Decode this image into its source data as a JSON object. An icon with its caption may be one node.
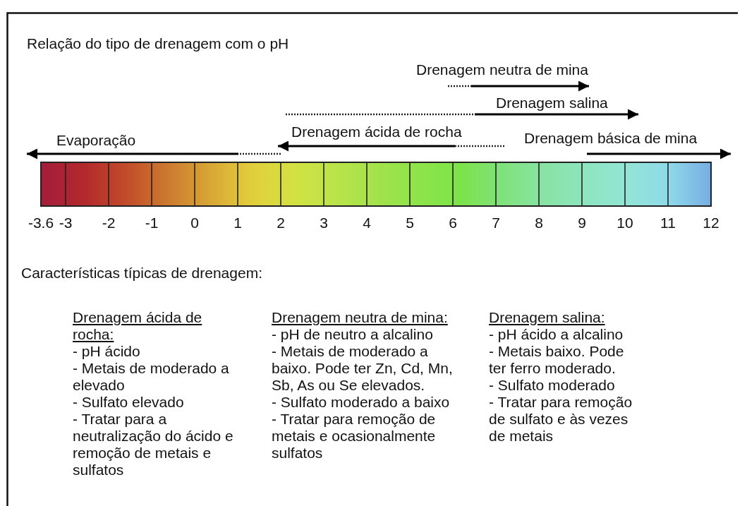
{
  "diagram": {
    "title": "Relação do tipo de drenagem com o pH",
    "labels": [
      "Drenagem neutra de mina",
      "Drenagem salina",
      "Evaporação",
      "Drenagem ácida de rocha",
      "Drenagem básica de mina",
      "-3.6",
      "-3",
      "-2",
      "-1",
      "0",
      "1",
      "2",
      "3",
      "4",
      "5",
      "6",
      "7",
      "8",
      "9",
      "10",
      "11",
      "12",
      "Características típicas de drenagem:",
      "Drenagem ácida de rocha:",
      "- pH ácido",
      "- Metais de moderado a elevado",
      "- Sulfato elevado",
      "- Tratar para a neutralização do ácido e remoção de metais e sulfatos",
      "Drenagem neutra de mina:",
      "- pH de neutro a alcalino",
      "- Metais de moderado a baixo. Pode ter Zn, Cd, Mn, Sb, As ou Se elevados.",
      "- Sulfato moderado a baixo",
      "- Tratar para remoção de metais e ocasionalmente sulfatos",
      "Drenagem salina:",
      "- pH ácido a alcalino",
      "- Metais baixo. Pode ter ferro moderado.",
      "- Sulfato moderado",
      "- Tratar para remoção de sulfato e às vezes de metais"
    ]
  }
}
